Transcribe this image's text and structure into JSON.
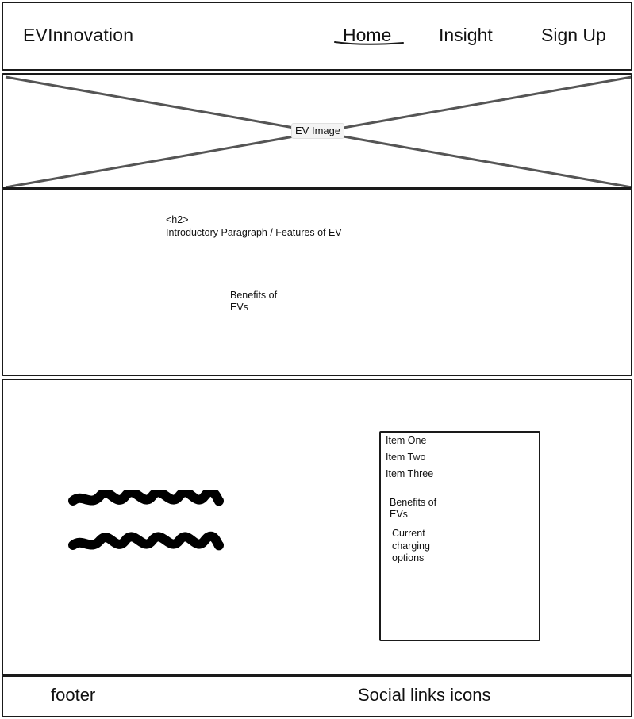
{
  "header": {
    "brand": "EVInnovation",
    "nav": [
      {
        "label": "Home",
        "active": true
      },
      {
        "label": "Insight"
      },
      {
        "label": "Sign Up"
      }
    ]
  },
  "hero": {
    "label": "EV Image"
  },
  "intro": {
    "heading_tag": "<h2>",
    "paragraph": "Introductory Paragraph / Features of EV",
    "benefits_line1": "Benefits of",
    "benefits_line2": "EVs"
  },
  "content": {
    "scribble_icon": "text-placeholder-scribble",
    "list": {
      "items": [
        "Item One",
        "Item Two",
        "Item Three"
      ],
      "benefits_line1": "Benefits of",
      "benefits_line2": "EVs",
      "charging_line1": "Current",
      "charging_line2": "charging",
      "charging_line3": "options"
    }
  },
  "footer": {
    "label": "footer",
    "social": "Social links icons"
  },
  "colors": {
    "stroke": "#1a1a1a",
    "placeholder_cross": "#555555",
    "label_bg": "#f4f4f4"
  }
}
